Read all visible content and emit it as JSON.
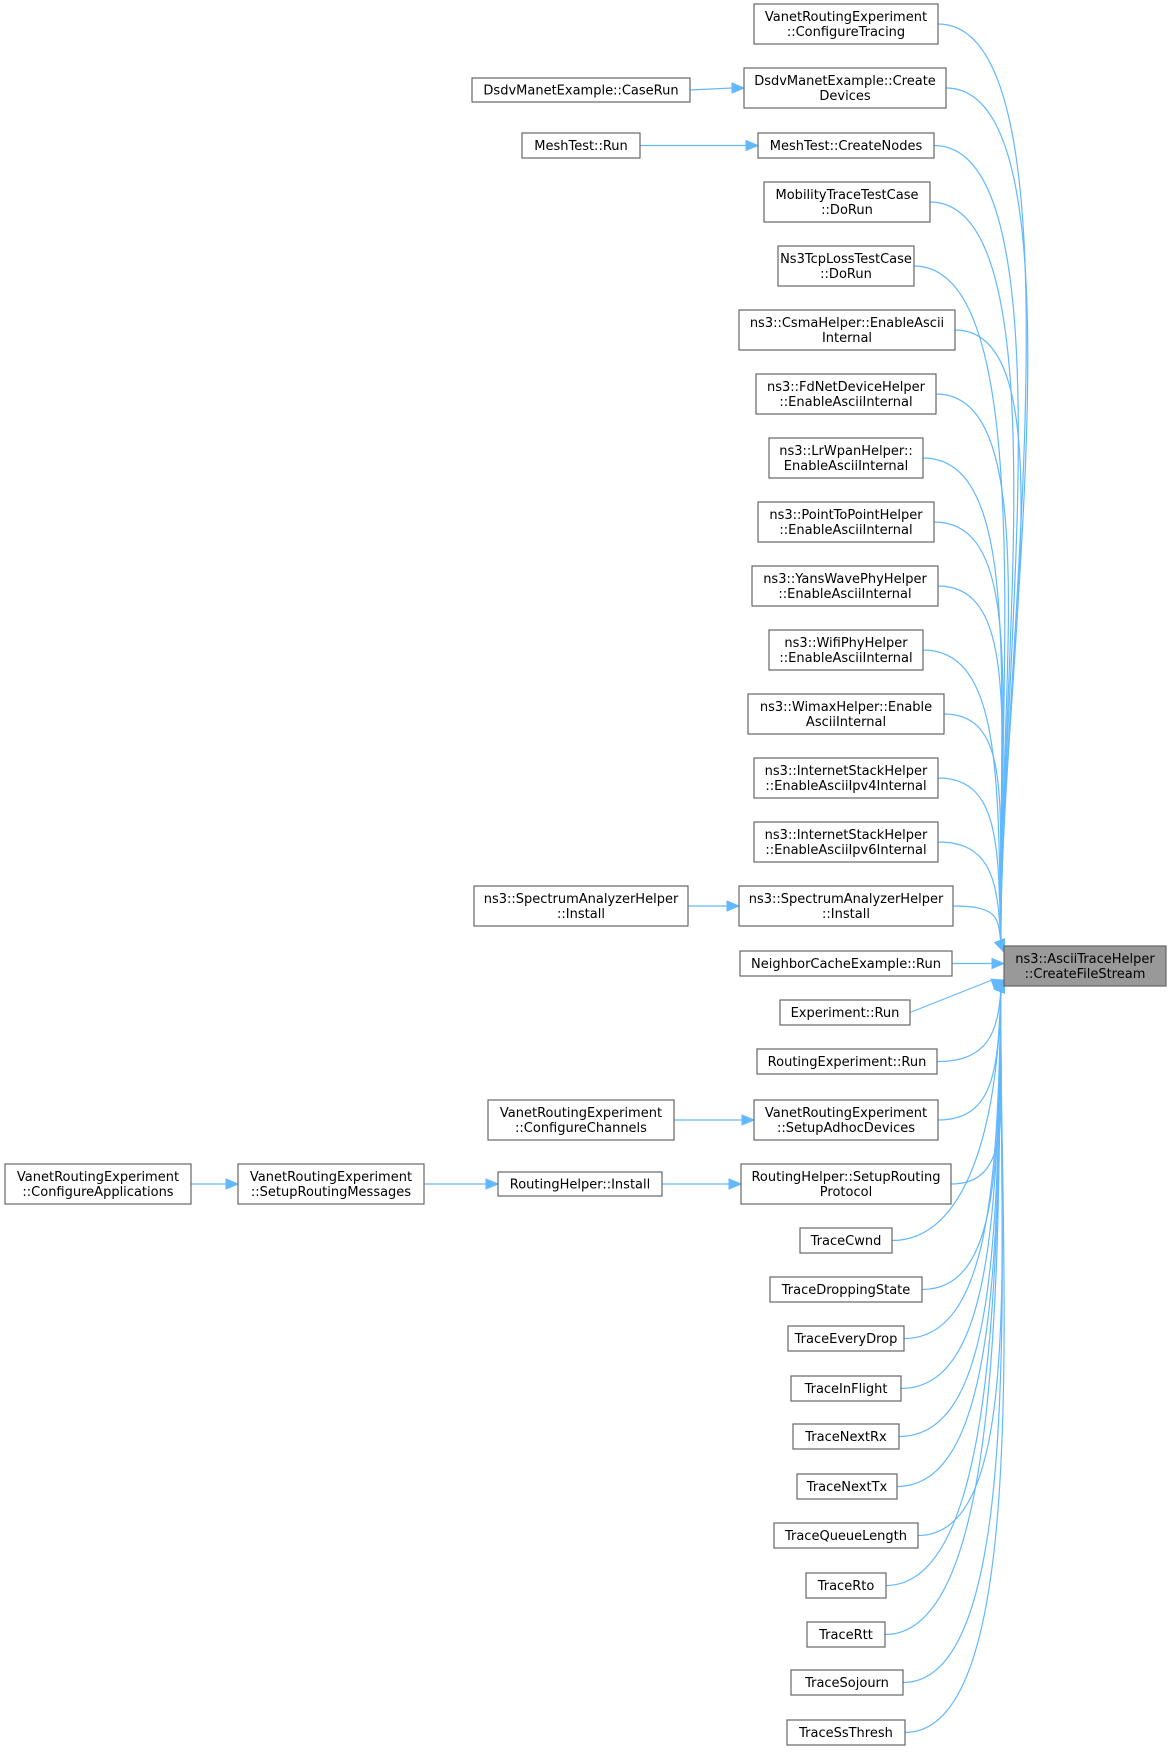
{
  "diagram": {
    "type": "call-graph",
    "colors": {
      "edge": "#63b8ff",
      "node_border": "#666666",
      "target_fill": "#999999",
      "node_fill": "#ffffff"
    },
    "target": {
      "id": "t",
      "lines": [
        "ns3::AsciiTraceHelper",
        "::CreateFileStream"
      ]
    },
    "nodes": [
      {
        "id": "n1",
        "lines": [
          "VanetRoutingExperiment",
          "::ConfigureTracing"
        ]
      },
      {
        "id": "n2",
        "lines": [
          "DsdvManetExample::Create",
          "Devices"
        ]
      },
      {
        "id": "n2a",
        "lines": [
          "DsdvManetExample::CaseRun"
        ]
      },
      {
        "id": "n3",
        "lines": [
          "MeshTest::CreateNodes"
        ]
      },
      {
        "id": "n3a",
        "lines": [
          "MeshTest::Run"
        ]
      },
      {
        "id": "n4",
        "lines": [
          "MobilityTraceTestCase",
          "::DoRun"
        ]
      },
      {
        "id": "n5",
        "lines": [
          "Ns3TcpLossTestCase",
          "::DoRun"
        ]
      },
      {
        "id": "n6",
        "lines": [
          "ns3::CsmaHelper::EnableAscii",
          "Internal"
        ]
      },
      {
        "id": "n7",
        "lines": [
          "ns3::FdNetDeviceHelper",
          "::EnableAsciiInternal"
        ]
      },
      {
        "id": "n8",
        "lines": [
          "ns3::LrWpanHelper::",
          "EnableAsciiInternal"
        ]
      },
      {
        "id": "n9",
        "lines": [
          "ns3::PointToPointHelper",
          "::EnableAsciiInternal"
        ]
      },
      {
        "id": "n10",
        "lines": [
          "ns3::YansWavePhyHelper",
          "::EnableAsciiInternal"
        ]
      },
      {
        "id": "n11",
        "lines": [
          "ns3::WifiPhyHelper",
          "::EnableAsciiInternal"
        ]
      },
      {
        "id": "n12",
        "lines": [
          "ns3::WimaxHelper::Enable",
          "AsciiInternal"
        ]
      },
      {
        "id": "n13",
        "lines": [
          "ns3::InternetStackHelper",
          "::EnableAsciiIpv4Internal"
        ]
      },
      {
        "id": "n14",
        "lines": [
          "ns3::InternetStackHelper",
          "::EnableAsciiIpv6Internal"
        ]
      },
      {
        "id": "n15",
        "lines": [
          "ns3::SpectrumAnalyzerHelper",
          "::Install"
        ]
      },
      {
        "id": "n15a",
        "lines": [
          "ns3::SpectrumAnalyzerHelper",
          "::Install"
        ]
      },
      {
        "id": "n16",
        "lines": [
          "NeighborCacheExample::Run"
        ]
      },
      {
        "id": "n17",
        "lines": [
          "Experiment::Run"
        ]
      },
      {
        "id": "n18",
        "lines": [
          "RoutingExperiment::Run"
        ]
      },
      {
        "id": "n19",
        "lines": [
          "VanetRoutingExperiment",
          "::SetupAdhocDevices"
        ]
      },
      {
        "id": "n19a",
        "lines": [
          "VanetRoutingExperiment",
          "::ConfigureChannels"
        ]
      },
      {
        "id": "n20",
        "lines": [
          "RoutingHelper::SetupRouting",
          "Protocol"
        ]
      },
      {
        "id": "n20a",
        "lines": [
          "RoutingHelper::Install"
        ]
      },
      {
        "id": "n20b",
        "lines": [
          "VanetRoutingExperiment",
          "::SetupRoutingMessages"
        ]
      },
      {
        "id": "n20c",
        "lines": [
          "VanetRoutingExperiment",
          "::ConfigureApplications"
        ]
      },
      {
        "id": "n21",
        "lines": [
          "TraceCwnd"
        ]
      },
      {
        "id": "n22",
        "lines": [
          "TraceDroppingState"
        ]
      },
      {
        "id": "n23",
        "lines": [
          "TraceEveryDrop"
        ]
      },
      {
        "id": "n24",
        "lines": [
          "TraceInFlight"
        ]
      },
      {
        "id": "n25",
        "lines": [
          "TraceNextRx"
        ]
      },
      {
        "id": "n26",
        "lines": [
          "TraceNextTx"
        ]
      },
      {
        "id": "n27",
        "lines": [
          "TraceQueueLength"
        ]
      },
      {
        "id": "n28",
        "lines": [
          "TraceRto"
        ]
      },
      {
        "id": "n29",
        "lines": [
          "TraceRtt"
        ]
      },
      {
        "id": "n30",
        "lines": [
          "TraceSojourn"
        ]
      },
      {
        "id": "n31",
        "lines": [
          "TraceSsThresh"
        ]
      }
    ],
    "edges": [
      {
        "from": "n1",
        "to": "t"
      },
      {
        "from": "n2",
        "to": "t"
      },
      {
        "from": "n3",
        "to": "t"
      },
      {
        "from": "n4",
        "to": "t"
      },
      {
        "from": "n5",
        "to": "t"
      },
      {
        "from": "n6",
        "to": "t"
      },
      {
        "from": "n7",
        "to": "t"
      },
      {
        "from": "n8",
        "to": "t"
      },
      {
        "from": "n9",
        "to": "t"
      },
      {
        "from": "n10",
        "to": "t"
      },
      {
        "from": "n11",
        "to": "t"
      },
      {
        "from": "n12",
        "to": "t"
      },
      {
        "from": "n13",
        "to": "t"
      },
      {
        "from": "n14",
        "to": "t"
      },
      {
        "from": "n15",
        "to": "t"
      },
      {
        "from": "n16",
        "to": "t"
      },
      {
        "from": "n17",
        "to": "t"
      },
      {
        "from": "n18",
        "to": "t"
      },
      {
        "from": "n19",
        "to": "t"
      },
      {
        "from": "n20",
        "to": "t"
      },
      {
        "from": "n21",
        "to": "t"
      },
      {
        "from": "n22",
        "to": "t"
      },
      {
        "from": "n23",
        "to": "t"
      },
      {
        "from": "n24",
        "to": "t"
      },
      {
        "from": "n25",
        "to": "t"
      },
      {
        "from": "n26",
        "to": "t"
      },
      {
        "from": "n27",
        "to": "t"
      },
      {
        "from": "n28",
        "to": "t"
      },
      {
        "from": "n29",
        "to": "t"
      },
      {
        "from": "n30",
        "to": "t"
      },
      {
        "from": "n31",
        "to": "t"
      },
      {
        "from": "n2a",
        "to": "n2"
      },
      {
        "from": "n3a",
        "to": "n3"
      },
      {
        "from": "n15a",
        "to": "n15"
      },
      {
        "from": "n19a",
        "to": "n19"
      },
      {
        "from": "n20a",
        "to": "n20"
      },
      {
        "from": "n20b",
        "to": "n20a"
      },
      {
        "from": "n20c",
        "to": "n20b"
      }
    ]
  }
}
